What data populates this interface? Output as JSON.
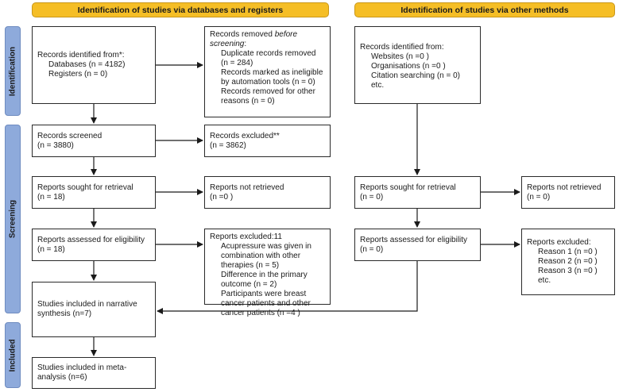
{
  "headers": {
    "left": "Identification of studies via databases and registers",
    "right": "Identification of studies via other methods"
  },
  "phases": {
    "identification": "Identification",
    "screening": "Screening",
    "included": "Included"
  },
  "left": {
    "identified": {
      "title": "Records identified from*:",
      "lines": [
        "Databases (n = 4182)",
        "Registers (n = 0)"
      ]
    },
    "removed": {
      "title_a": "Records removed ",
      "title_b": "before screening",
      "title_c": ":",
      "lines": [
        "Duplicate records removed (n = 284)",
        "Records marked as ineligible by automation tools (n = 0)",
        "Records removed for other reasons (n = 0)"
      ]
    },
    "screened": {
      "title": "Records screened",
      "count": "(n = 3880)"
    },
    "excluded": {
      "title": "Records excluded**",
      "count": "(n = 3862)"
    },
    "sought": {
      "title": "Reports sought for retrieval",
      "count": "(n = 18)"
    },
    "not_retrieved": {
      "title": "Reports not retrieved",
      "count": "(n =0 )"
    },
    "assessed": {
      "title": "Reports assessed for eligibility",
      "count": "(n = 18)"
    },
    "reports_excluded": {
      "title": "Reports excluded:11",
      "lines": [
        "Acupressure was given in combination with other therapies (n = 5)",
        "Difference in the primary outcome (n = 2)",
        "Participants were breast cancer patients and other cancer patients (n =4 )"
      ]
    },
    "narrative": {
      "title": "Studies included in narrative synthesis (n=7)"
    },
    "meta": {
      "title": "Studies included in meta-analysis (n=6)"
    }
  },
  "right": {
    "identified": {
      "title": "Records identified from:",
      "lines": [
        "Websites (n =0 )",
        "Organisations (n =0 )",
        "Citation searching (n = 0)",
        "etc."
      ]
    },
    "sought": {
      "title": "Reports sought for retrieval",
      "count": "(n = 0)"
    },
    "not_retrieved": {
      "title": "Reports not retrieved",
      "count": "(n = 0)"
    },
    "assessed": {
      "title": "Reports assessed for eligibility",
      "count": "(n = 0)"
    },
    "reports_excluded": {
      "title": "Reports excluded:",
      "lines": [
        "Reason 1 (n =0 )",
        "Reason 2 (n =0 )",
        "Reason 3 (n =0 )",
        "etc."
      ]
    }
  }
}
